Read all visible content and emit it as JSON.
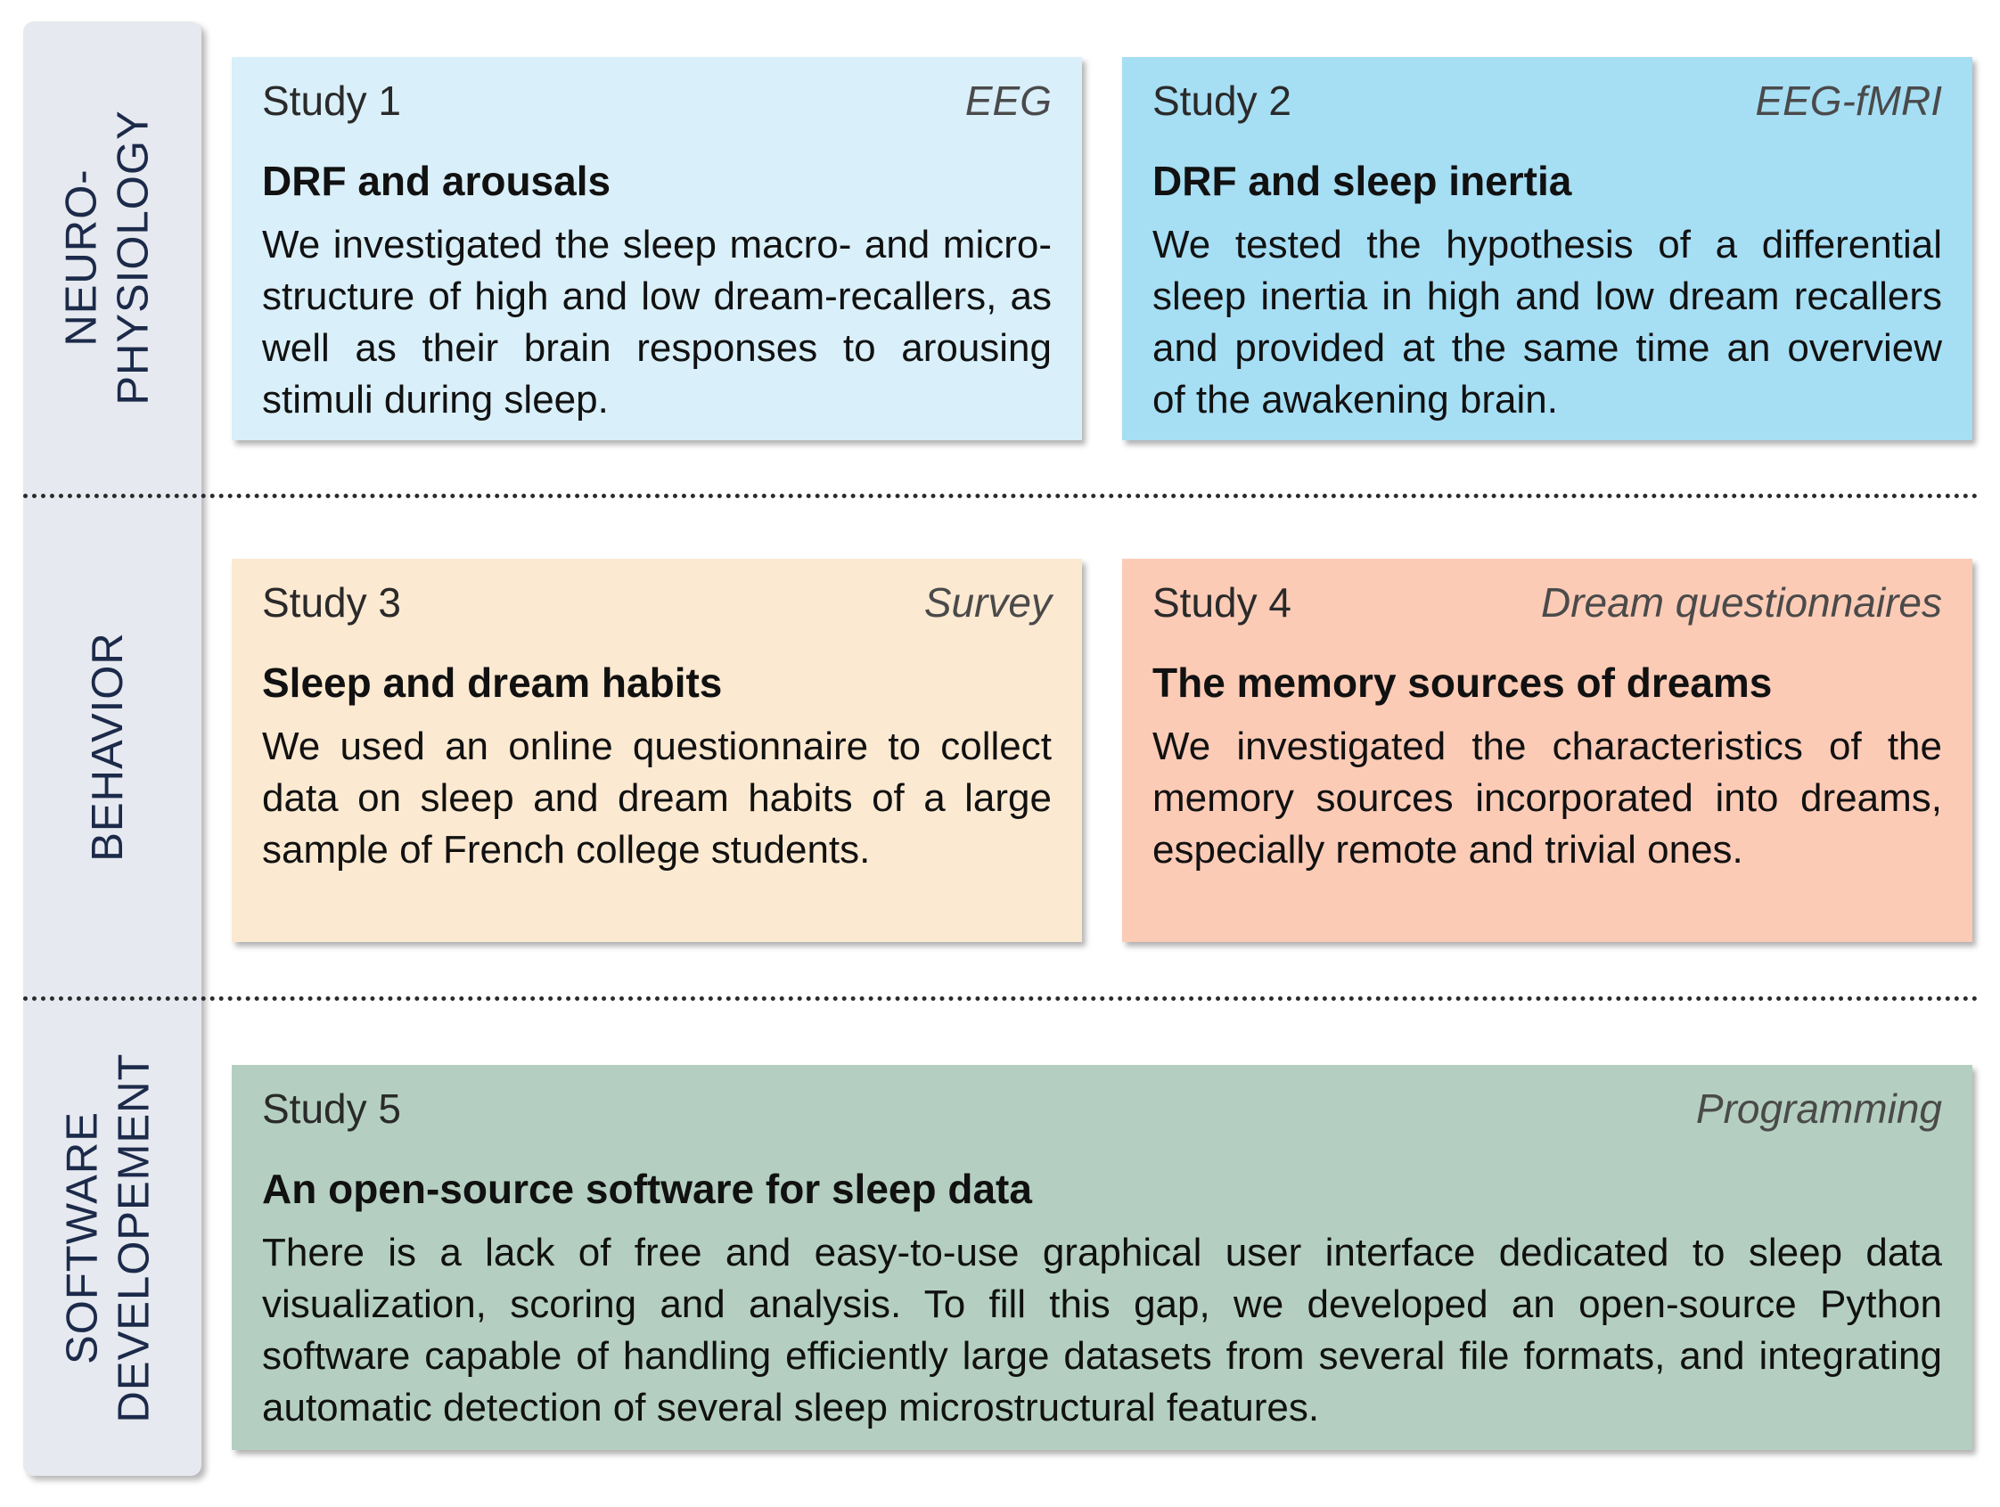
{
  "sections": [
    {
      "lines": [
        "NEURO-",
        "PHYSIOLOGY"
      ]
    },
    {
      "lines": [
        "BEHAVIOR"
      ]
    },
    {
      "lines": [
        "SOFTWARE",
        "DEVELOPEMENT"
      ]
    }
  ],
  "studies": [
    {
      "label": "Study 1",
      "method": "EEG",
      "title": "DRF and arousals",
      "text": "We investigated the sleep macro- and micro-structure of high and low dream-recallers, as well as their brain responses to arousing stimuli during sleep.",
      "color": "#d9eff9"
    },
    {
      "label": "Study 2",
      "method": "EEG-fMRI",
      "title": "DRF and sleep inertia",
      "text": "We tested the hypothesis of a differential sleep inertia in high and low dream recallers and provided at the same time an overview of the awakening brain.",
      "color": "#a6def4"
    },
    {
      "label": "Study 3",
      "method": "Survey",
      "title": "Sleep and dream habits",
      "text": "We used an online questionnaire to collect data on sleep and dream habits of a large sample of French college students.",
      "color": "#fce9d1"
    },
    {
      "label": "Study 4",
      "method": "Dream questionnaires",
      "title": "The memory sources of dreams",
      "text": "We investigated the characteristics of the memory sources incorporated into dreams, especially remote and trivial ones.",
      "color": "#fccbb6"
    },
    {
      "label": "Study 5",
      "method": "Programming",
      "title": "An open-source software for sleep data",
      "text": "There is a lack of free and easy-to-use graphical user interface dedicated to sleep data visualization, scoring and analysis. To fill this gap, we developed an open-source Python software capable of handling efficiently large datasets from several file formats, and integrating automatic detection of several sleep microstructural features.",
      "color": "#b4cfc1"
    }
  ]
}
